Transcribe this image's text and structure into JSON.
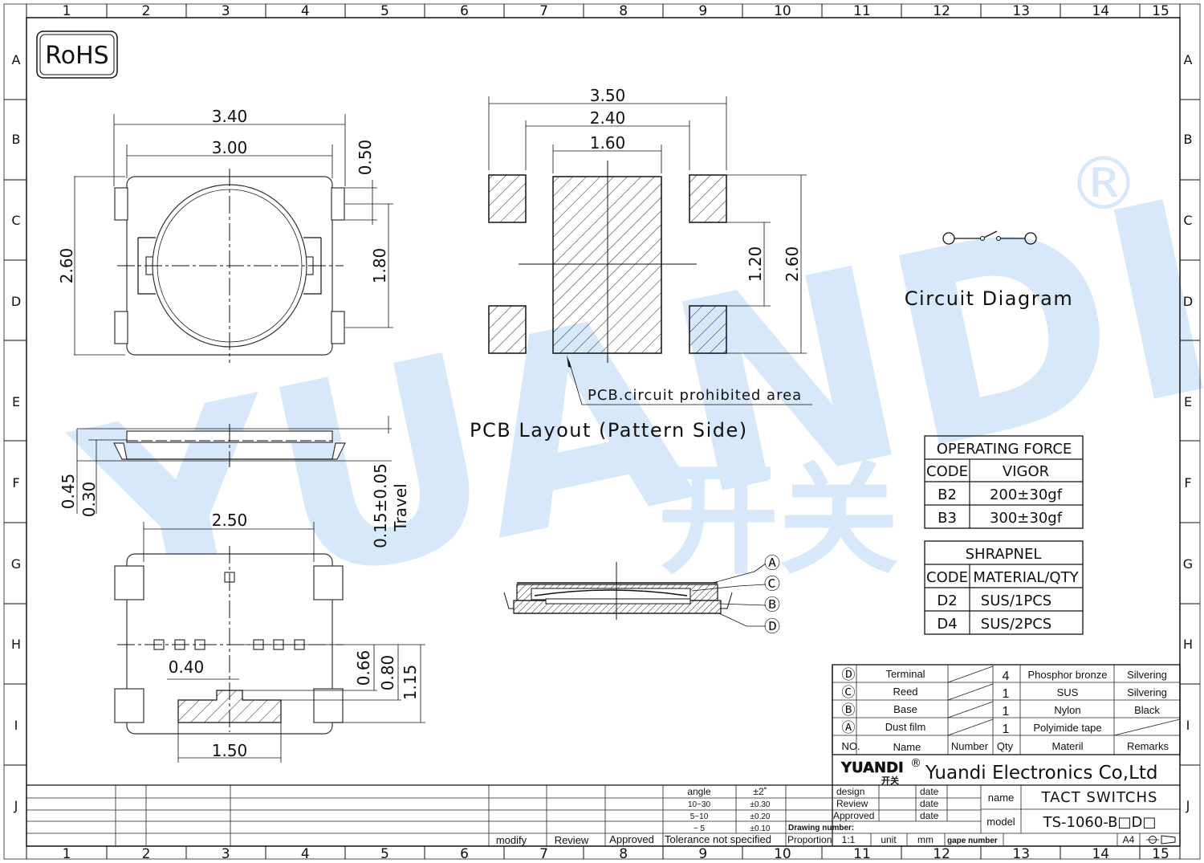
{
  "border": {
    "cols": [
      "1",
      "2",
      "3",
      "4",
      "5",
      "6",
      "7",
      "8",
      "9",
      "10",
      "11",
      "12",
      "13",
      "14",
      "15"
    ],
    "rows": [
      "A",
      "B",
      "C",
      "D",
      "E",
      "F",
      "G",
      "H",
      "I",
      "J"
    ]
  },
  "rohs": "RoHS",
  "watermark": {
    "text": "YUANDI",
    "cn": "开关",
    "reg": "®",
    "color": "#cfe3f7"
  },
  "top_view": {
    "w": "3.40",
    "w2": "3.00",
    "h": "2.60",
    "t1": "0.50",
    "t2": "1.80"
  },
  "side_view": {
    "a": "0.45",
    "b": "0.30",
    "travel_val": "0.15±0.05",
    "travel_label": "Travel"
  },
  "bottom_view": {
    "w": "2.50",
    "pad": "0.40",
    "pad_w": "1.50",
    "h1": "0.66",
    "h2": "0.80",
    "h3": "1.15"
  },
  "pcb": {
    "w1": "3.50",
    "w2": "2.40",
    "w3": "1.60",
    "h1": "1.20",
    "h2": "2.60",
    "prohibited": "PCB.circuit prohibited area",
    "title": "PCB Layout (Pattern Side)"
  },
  "circuit": {
    "title": "Circuit Diagram"
  },
  "section": {
    "labels": [
      "Ⓐ",
      "Ⓒ",
      "Ⓑ",
      "Ⓓ"
    ]
  },
  "operating_force": {
    "title": "OPERATING FORCE",
    "headers": [
      "CODE",
      "VIGOR"
    ],
    "rows": [
      [
        "B2",
        "200±30gf"
      ],
      [
        "B3",
        "300±30gf"
      ]
    ]
  },
  "shrapnel": {
    "title": "SHRAPNEL",
    "headers": [
      "CODE",
      "MATERIAL/QTY"
    ],
    "rows": [
      [
        "D2",
        "SUS/1PCS"
      ],
      [
        "D4",
        "SUS/2PCS"
      ]
    ]
  },
  "bom": {
    "rows": [
      [
        "Ⓓ",
        "Terminal",
        "4",
        "Phosphor bronze",
        "Silvering"
      ],
      [
        "Ⓒ",
        "Reed",
        "1",
        "SUS",
        "Silvering"
      ],
      [
        "Ⓑ",
        "Base",
        "1",
        "Nylon",
        "Black"
      ],
      [
        "Ⓐ",
        "Dust film",
        "1",
        "Polyimide tape",
        ""
      ]
    ],
    "header": [
      "NO.",
      "Name",
      "Number",
      "Qty",
      "Materil",
      "Remarks"
    ]
  },
  "company": {
    "logo": "YUANDI",
    "logo_sub": "开关",
    "name": "Yuandi Electronics Co,Ltd"
  },
  "title_block": {
    "design": "design",
    "review": "Review",
    "approved": "Approved",
    "date": "date",
    "name_label": "name",
    "name_val": "TACT SWITCHS",
    "model_label": "model",
    "model_val": "TS-1060-B□D□",
    "drawing_number": "Drawing number:",
    "proportion": "Proportion",
    "ratio": "1:1",
    "unit": "unit",
    "mm": "mm",
    "page_number": "gape number",
    "size": "A4"
  },
  "tolerance": {
    "rows": [
      [
        "angle",
        "±2˚"
      ],
      [
        "10~30",
        "±0.30"
      ],
      [
        "5~10",
        "±0.20"
      ],
      [
        "~ 5",
        "±0.10"
      ]
    ],
    "footer": "Tolerance not specified"
  },
  "revision": {
    "modify": "modify",
    "review": "Review",
    "approved": "Approved"
  }
}
